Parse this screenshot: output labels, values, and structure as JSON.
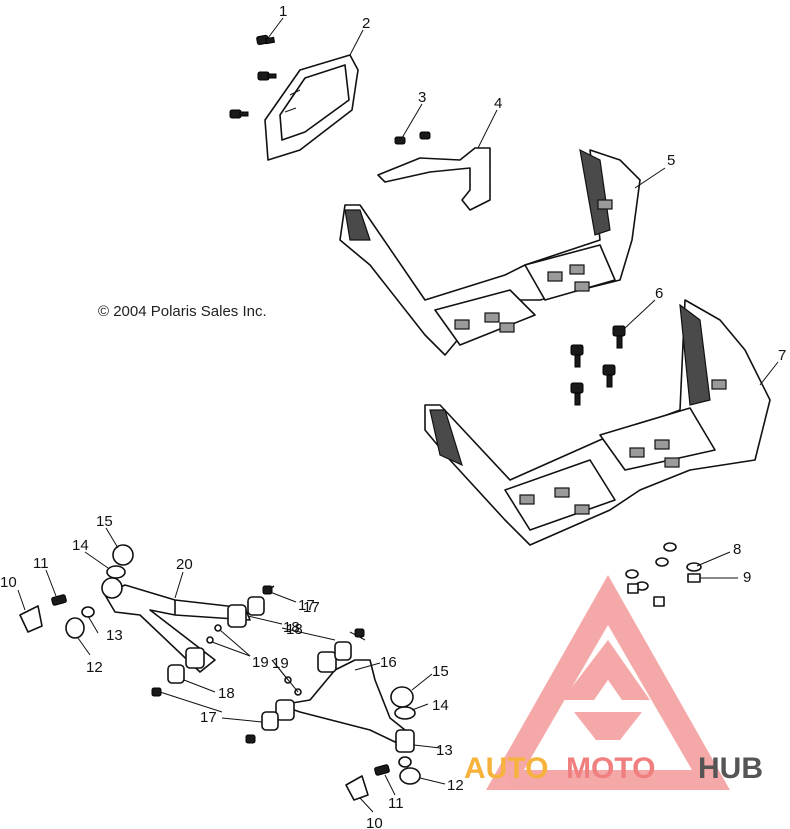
{
  "copyright": "© 2004 Polaris Sales Inc.",
  "callouts": [
    "1",
    "2",
    "3",
    "4",
    "5",
    "6",
    "7",
    "8",
    "9",
    "10",
    "11",
    "12",
    "13",
    "14",
    "15",
    "16",
    "17",
    "18",
    "19",
    "20",
    "10",
    "11",
    "12",
    "13",
    "14",
    "15",
    "17",
    "18",
    "19",
    "17",
    "18"
  ],
  "watermark": {
    "part1": "AUTO",
    "part2": "MOTO",
    "part3": "HUB",
    "color_primary": "#f07f7f",
    "color_secondary": "#f6b23a",
    "color_tertiary": "#555555"
  }
}
